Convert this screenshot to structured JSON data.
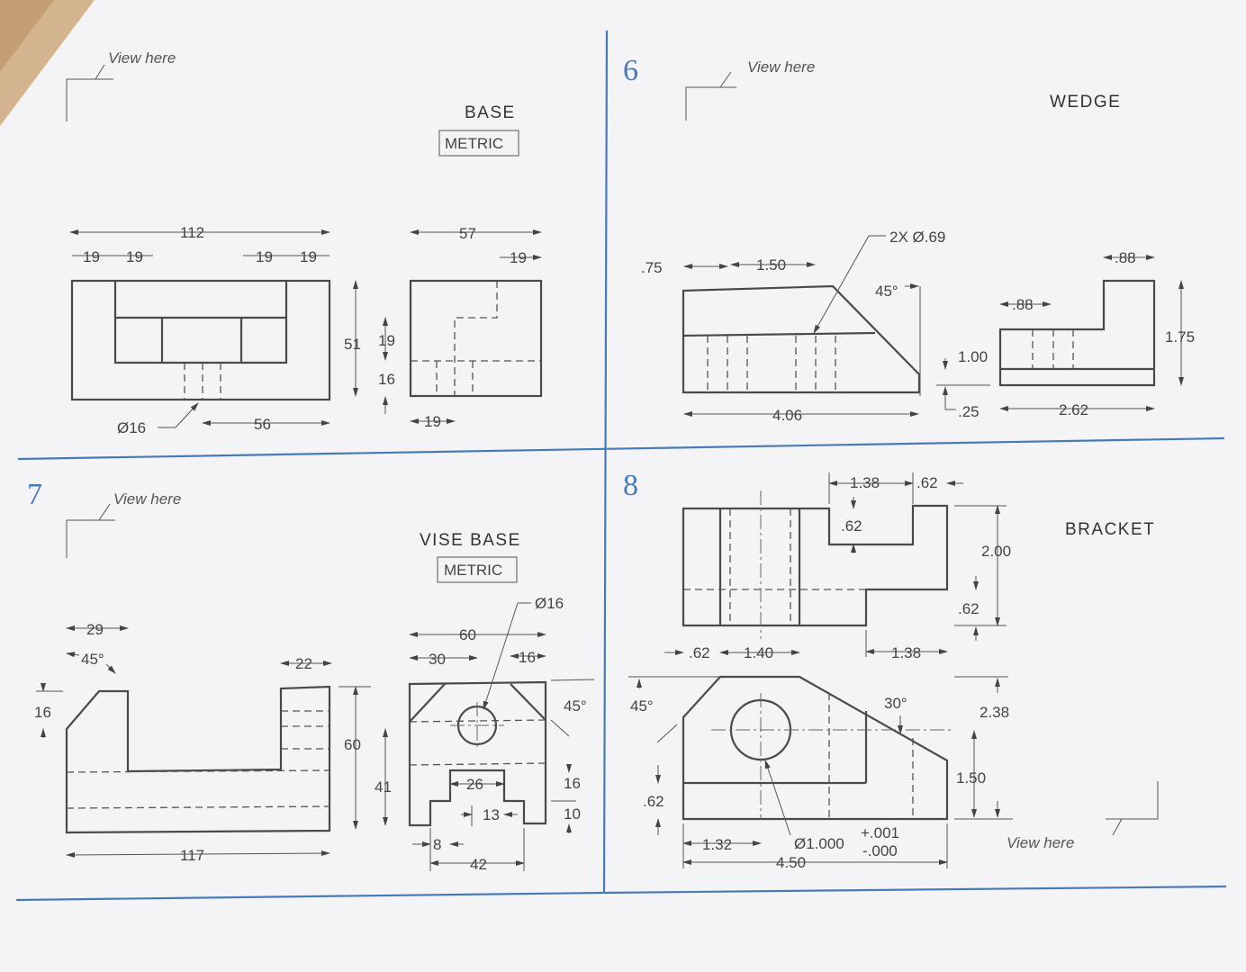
{
  "panels": {
    "p5": {
      "view_here": "View here",
      "title": "BASE",
      "subtitle": "METRIC",
      "dims": {
        "d112": "112",
        "d19a": "19",
        "d19b": "19",
        "d19c": "19",
        "d19d": "19",
        "d57": "57",
        "d19e": "19",
        "d51": "51",
        "d19f": "19",
        "d16": "16",
        "dia16": "Ø16",
        "d56": "56",
        "d19g": "19"
      }
    },
    "p6": {
      "number": "6",
      "view_here": "View here",
      "title": "WEDGE",
      "dims": {
        "holes": "2X Ø.69",
        "d75": ".75",
        "d150": "1.50",
        "a45": "45°",
        "d406": "4.06",
        "d100": "1.00",
        "d25": ".25",
        "d88a": ".88",
        "d88b": ".88",
        "d175": "1.75",
        "d262": "2.62"
      }
    },
    "p7": {
      "number": "7",
      "view_here": "View here",
      "title": "VISE BASE",
      "subtitle": "METRIC",
      "dims": {
        "d29": "29",
        "a45a": "45°",
        "d22": "22",
        "d16a": "16",
        "d60a": "60",
        "d117": "117",
        "dia16": "Ø16",
        "d60b": "60",
        "d30": "30",
        "d16b": "16",
        "a45b": "45°",
        "d41": "41",
        "d26": "26",
        "d13": "13",
        "d16c": "16",
        "d10": "10",
        "d8": "8",
        "d42": "42"
      }
    },
    "p8": {
      "number": "8",
      "view_here": "View here",
      "title": "BRACKET",
      "dims": {
        "d138a": "1.38",
        "d62a": ".62",
        "d62b": ".62",
        "d200": "2.00",
        "d62c": ".62",
        "d62d": ".62",
        "d140": "1.40",
        "d138b": "1.38",
        "a45": "45°",
        "a30": "30°",
        "d238": "2.38",
        "d150": "1.50",
        "d62e": ".62",
        "d132": "1.32",
        "dia": "Ø1.000",
        "tol_plus": "+.001",
        "tol_minus": "-.000",
        "d450": "4.50"
      }
    }
  }
}
